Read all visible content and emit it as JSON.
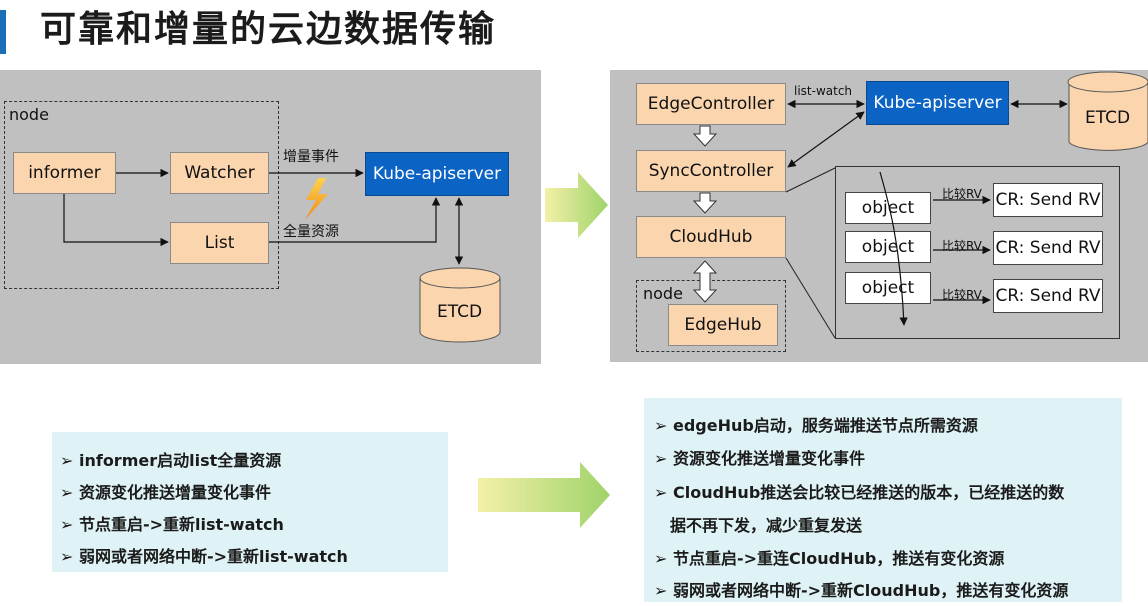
{
  "title": "可靠和增量的云边数据传输",
  "left": {
    "node_label": "node",
    "informer": "informer",
    "watcher": "Watcher",
    "list": "List",
    "apiserver": "Kube-apiserver",
    "etcd": "ETCD",
    "incremental_event": "增量事件",
    "full_resource": "全量资源"
  },
  "right": {
    "edge_controller": "EdgeController",
    "sync_controller": "SyncController",
    "cloudhub": "CloudHub",
    "edgehub": "EdgeHub",
    "node_label": "node",
    "apiserver": "Kube-apiserver",
    "etcd": "ETCD",
    "list_watch": "list-watch",
    "objects": [
      "object",
      "object",
      "object"
    ],
    "compare_label": "比较RV",
    "cr_send": [
      "CR: Send RV",
      "CR: Send RV",
      "CR: Send RV"
    ]
  },
  "bottom_left": [
    "➢ informer启动list全量资源",
    "➢ 资源变化推送增量变化事件",
    "➢ 节点重启->重新list-watch",
    "➢ 弱网或者网络中断->重新list-watch"
  ],
  "bottom_right": [
    "➢ edgeHub启动，服务端推送节点所需资源",
    "➢ 资源变化推送增量变化事件",
    "➢ CloudHub推送会比较已经推送的版本，已经推送的数",
    "据不再下发，减少重复发送",
    "➢ 节点重启->重连CloudHub，推送有变化资源",
    "➢ 弱网或者网络中断->重新CloudHub，推送有变化资源"
  ]
}
